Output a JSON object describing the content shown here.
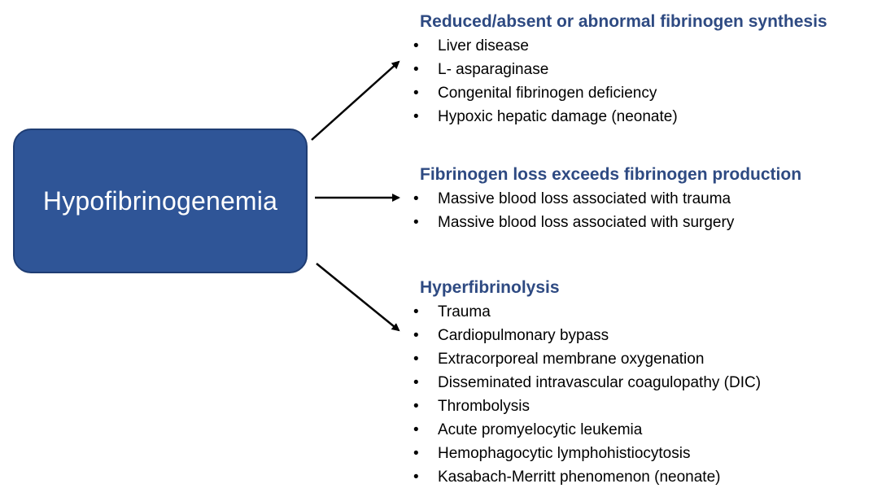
{
  "diagram": {
    "center": {
      "label": "Hypofibrinogenemia",
      "color": "#2f5597"
    },
    "heading_color": "#2e4a82",
    "groups": [
      {
        "heading": "Reduced/absent or abnormal fibrinogen synthesis",
        "items": [
          "Liver disease",
          "L- asparaginase",
          "Congenital fibrinogen deficiency",
          "Hypoxic hepatic damage (neonate)"
        ]
      },
      {
        "heading": "Fibrinogen loss exceeds fibrinogen production",
        "items": [
          "Massive blood loss associated with trauma",
          "Massive blood loss associated with surgery"
        ]
      },
      {
        "heading": "Hyperfibrinolysis",
        "items": [
          "Trauma",
          "Cardiopulmonary bypass",
          "Extracorporeal membrane oxygenation",
          "Disseminated intravascular coagulopathy (DIC)",
          "Thrombolysis",
          "Acute promyelocytic leukemia",
          "Hemophagocytic lymphohistiocytosis",
          "Kasabach-Merritt phenomenon (neonate)"
        ]
      }
    ]
  }
}
